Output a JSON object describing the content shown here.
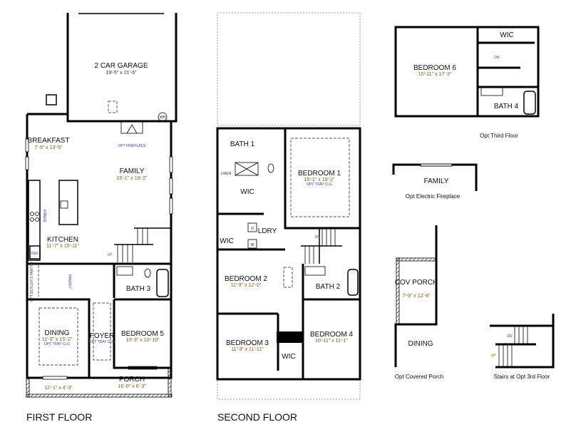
{
  "first_floor": {
    "title": "FIRST FLOOR",
    "rooms": {
      "garage": {
        "name": "2 CAR GARAGE",
        "dims": "19'-5\" x 21'-6\""
      },
      "water_heater": "WH",
      "fireplace_note": "OPT FIREPLACE",
      "breakfast": {
        "name": "BREAKFAST",
        "dims": "7'-5\" x 13'-5\""
      },
      "family": {
        "name": "FAMILY",
        "dims": "15'-1\" x 19'-2\""
      },
      "range": "RANGE",
      "kitchen": {
        "name": "KITCHEN",
        "dims": "11'-7\" x 15'-11\""
      },
      "ref": "REF",
      "stairs_up": "UP",
      "butlers_pantry": "OPT BUTLER'S PANTRY",
      "pantry": "PANTRY",
      "bath3": {
        "name": "BATH 3"
      },
      "dining": {
        "name": "DINING",
        "dims": "11'-3\" x 15'-2\"",
        "note": "OPT TRAY CLG"
      },
      "foyer": {
        "name": "FOYER",
        "note": "OPT TRAY CLG"
      },
      "bedroom5": {
        "name": "BEDROOM 5",
        "dims": "10'-3\" x 10'-10\""
      },
      "porch": {
        "name": "PORCH",
        "dims": "16'-0\" x 6'-3\""
      },
      "porch_left_dims": "12'-1\" x 4'-3\""
    }
  },
  "second_floor": {
    "title": "SECOND FLOOR",
    "rooms": {
      "bath1": {
        "name": "BATH 1"
      },
      "linen": "LINEN",
      "wic1": "WIC",
      "bedroom1": {
        "name": "BEDROOM 1",
        "dims": "15'-1\" x 19'-2\"",
        "note": "OPT TRAY CLG"
      },
      "wic2": "WIC",
      "ldry": "LDRY",
      "dryer": "D",
      "washer": "W",
      "stairs_dn": "DN",
      "bedroom2": {
        "name": "BEDROOM 2",
        "dims": "11'-3\" x 12'-0\""
      },
      "bath2": {
        "name": "BATH 2"
      },
      "bedroom3": {
        "name": "BEDROOM 3",
        "dims": "11'-3\" x 11'-11\""
      },
      "wic3": "WIC",
      "bedroom4": {
        "name": "BEDROOM 4",
        "dims": "10'-11\" x 11'-1\""
      }
    }
  },
  "options": {
    "third_floor": {
      "caption": "Opt Third Floor",
      "bedroom6": {
        "name": "BEDROOM 6",
        "dims": "15'-11\" x 17'-3\""
      },
      "wic": "WIC",
      "bath4": "BATH 4",
      "stairs_dn": "DN"
    },
    "electric_fireplace": {
      "room": "FAMILY",
      "caption": "Opt Electric Fireplace"
    },
    "covered_porch": {
      "name": "COV PORCH",
      "dims": "7'-9\" x 12'-8\"",
      "adjacent": "DINING",
      "caption": "Opt Covered Porch"
    },
    "stairs_third": {
      "caption": "Stairs at Opt 3rd Floor",
      "dn": "DN",
      "up": "UP"
    }
  },
  "colors": {
    "dimension_text": "#7a5a1a",
    "note_text": "#3a4a8a",
    "wall": "#000000"
  }
}
